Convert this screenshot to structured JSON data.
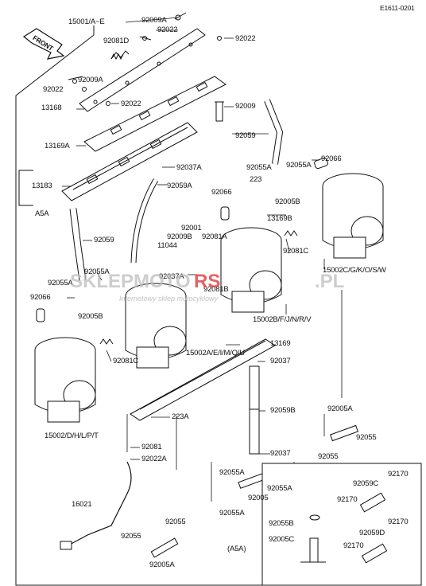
{
  "diagram_id": "E1611-0201",
  "front_label": "FRONT",
  "watermark": {
    "brand_a": "SKLEP",
    "brand_b": "MOTO",
    "brand_c": "RS",
    "domain": ".PL",
    "tagline": "Internetowy sklep motocyklowy"
  },
  "labels": {
    "l15001": "15001/A~E",
    "l92009A_top": "92009A",
    "l92022_top": "92022",
    "l92022_right": "92022",
    "l92081D": "92081D",
    "l92009A_left": "92009A",
    "l92022_left": "92022",
    "l13168": "13168",
    "l92022_mid": "92022",
    "l92009": "92009",
    "l13169A": "13169A",
    "l92059_r": "92059",
    "l92037A": "92037A",
    "l13183": "13183",
    "l92059A": "92059A",
    "l92055A_r": "92055A",
    "l92055A_r2": "92055A",
    "l92066_r": "92066",
    "l223_top": "223",
    "l92066_mid": "92066",
    "l92005B_r": "92005B",
    "l13169B": "13169B",
    "l5A5A": "A5A",
    "l92059_l": "92059",
    "l92001": "92001",
    "l92009B": "92009B",
    "l92081A": "92081A",
    "l11044": "11044",
    "l92081C_r": "92081C",
    "l15002C": "15002C/G/K/O/S/W",
    "l92055A_l": "92055A",
    "l92037A_b": "92037A",
    "l92055A_l2": "92055A",
    "l92066_l": "92066",
    "l92081B": "92081B",
    "l92005B_l": "92005B",
    "l15002B": "15002B/F/J/N/R/V",
    "l13169": "13169",
    "l15002A": "15002A/E/I/M/Q/U",
    "l92081C_l": "92081C",
    "l92037_a": "92037",
    "l92059B": "92059B",
    "l223A": "223A",
    "l15002D": "15002/D/H/L/P/T",
    "l92005A_r": "92005A",
    "l92055_r": "92055",
    "l92055_r2": "92055",
    "l92081": "92081",
    "l92022A": "92022A",
    "l92037_b": "92037",
    "l92055A_b": "92055A",
    "l92055A_b2": "92055A",
    "l92005": "92005",
    "l92055A_b3": "92055A",
    "l16021": "16021",
    "l92055_b": "92055",
    "l92055_b2": "92055",
    "l92005A_b": "92005A",
    "l92170_1": "92170",
    "l92059C": "92059C",
    "l92170_2": "92170",
    "l92055B": "92055B",
    "l92170_3": "92170",
    "l92005C": "92005C",
    "l92059D": "92059D",
    "l92170_4": "92170",
    "lA5A": "(A5A)"
  },
  "colors": {
    "ink": "#111111",
    "watermark_gray": "#b8b8b8",
    "watermark_red": "#e23b3b",
    "background": "#ffffff"
  }
}
